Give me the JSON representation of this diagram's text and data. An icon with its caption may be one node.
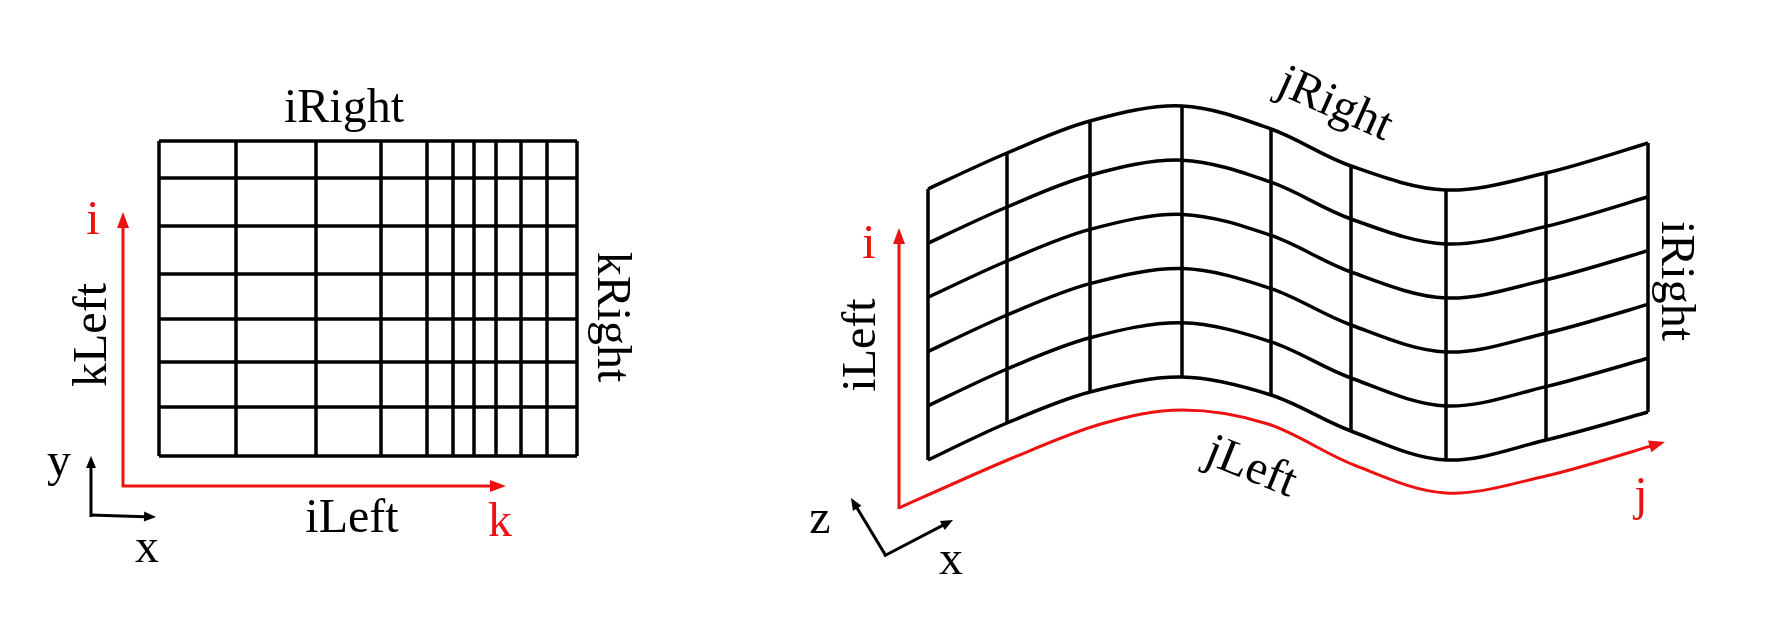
{
  "diagram": {
    "labels": [
      "iRight",
      "i",
      "kLeft",
      "kRight",
      "y",
      "iLeft",
      "k",
      "x",
      "jRight",
      "i",
      "iLeft",
      "iRight",
      "jLeft",
      "j",
      "z",
      "x"
    ]
  }
}
